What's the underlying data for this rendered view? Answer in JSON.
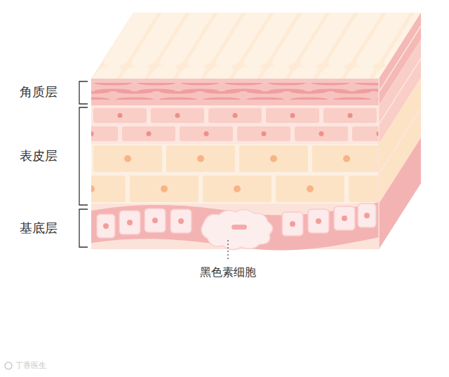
{
  "diagram": {
    "labels": [
      "角质层",
      "表皮层",
      "基底层",
      "黑色素细胞",
      "丁香医生"
    ]
  }
}
